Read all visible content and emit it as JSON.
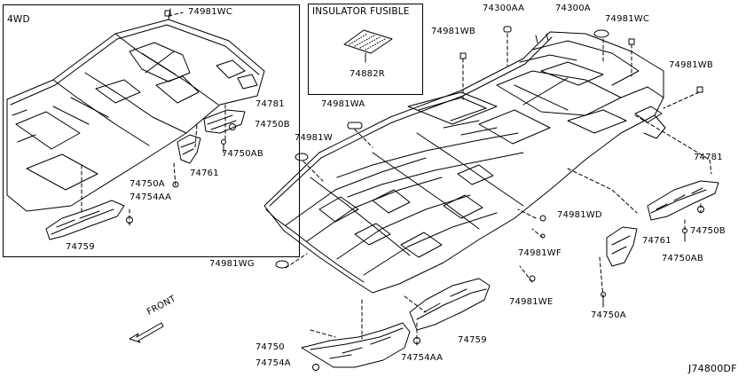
{
  "inset": {
    "label": "4WD"
  },
  "insulator_box": {
    "title": "INSULATOR FUSIBLE",
    "part": "74882R"
  },
  "direction_label": "FRONT",
  "diagram_code": "J74800DF",
  "labels": {
    "in_74981wc": "74981WC",
    "in_74781": "74781",
    "in_74750b": "74750B",
    "in_74750ab": "74750AB",
    "in_74761": "74761",
    "in_74750a": "74750A",
    "in_74754aa": "74754AA",
    "in_74759": "74759",
    "m_74300aa": "74300AA",
    "m_74300a": "74300A",
    "m_74981wc": "74981WC",
    "m_74981wb_top": "74981WB",
    "m_74981wb_right": "74981WB",
    "m_74981wa": "74981WA",
    "m_74981w": "74981W",
    "m_74781": "74781",
    "m_74750b": "74750B",
    "m_74761": "74761",
    "m_74750ab": "74750AB",
    "m_74981wd": "74981WD",
    "m_74981wf": "74981WF",
    "m_74981wg": "74981WG",
    "m_74981we": "74981WE",
    "m_74750a": "74750A",
    "m_74759": "74759",
    "m_74750": "74750",
    "m_74754a": "74754A",
    "m_74754aa": "74754AA"
  }
}
